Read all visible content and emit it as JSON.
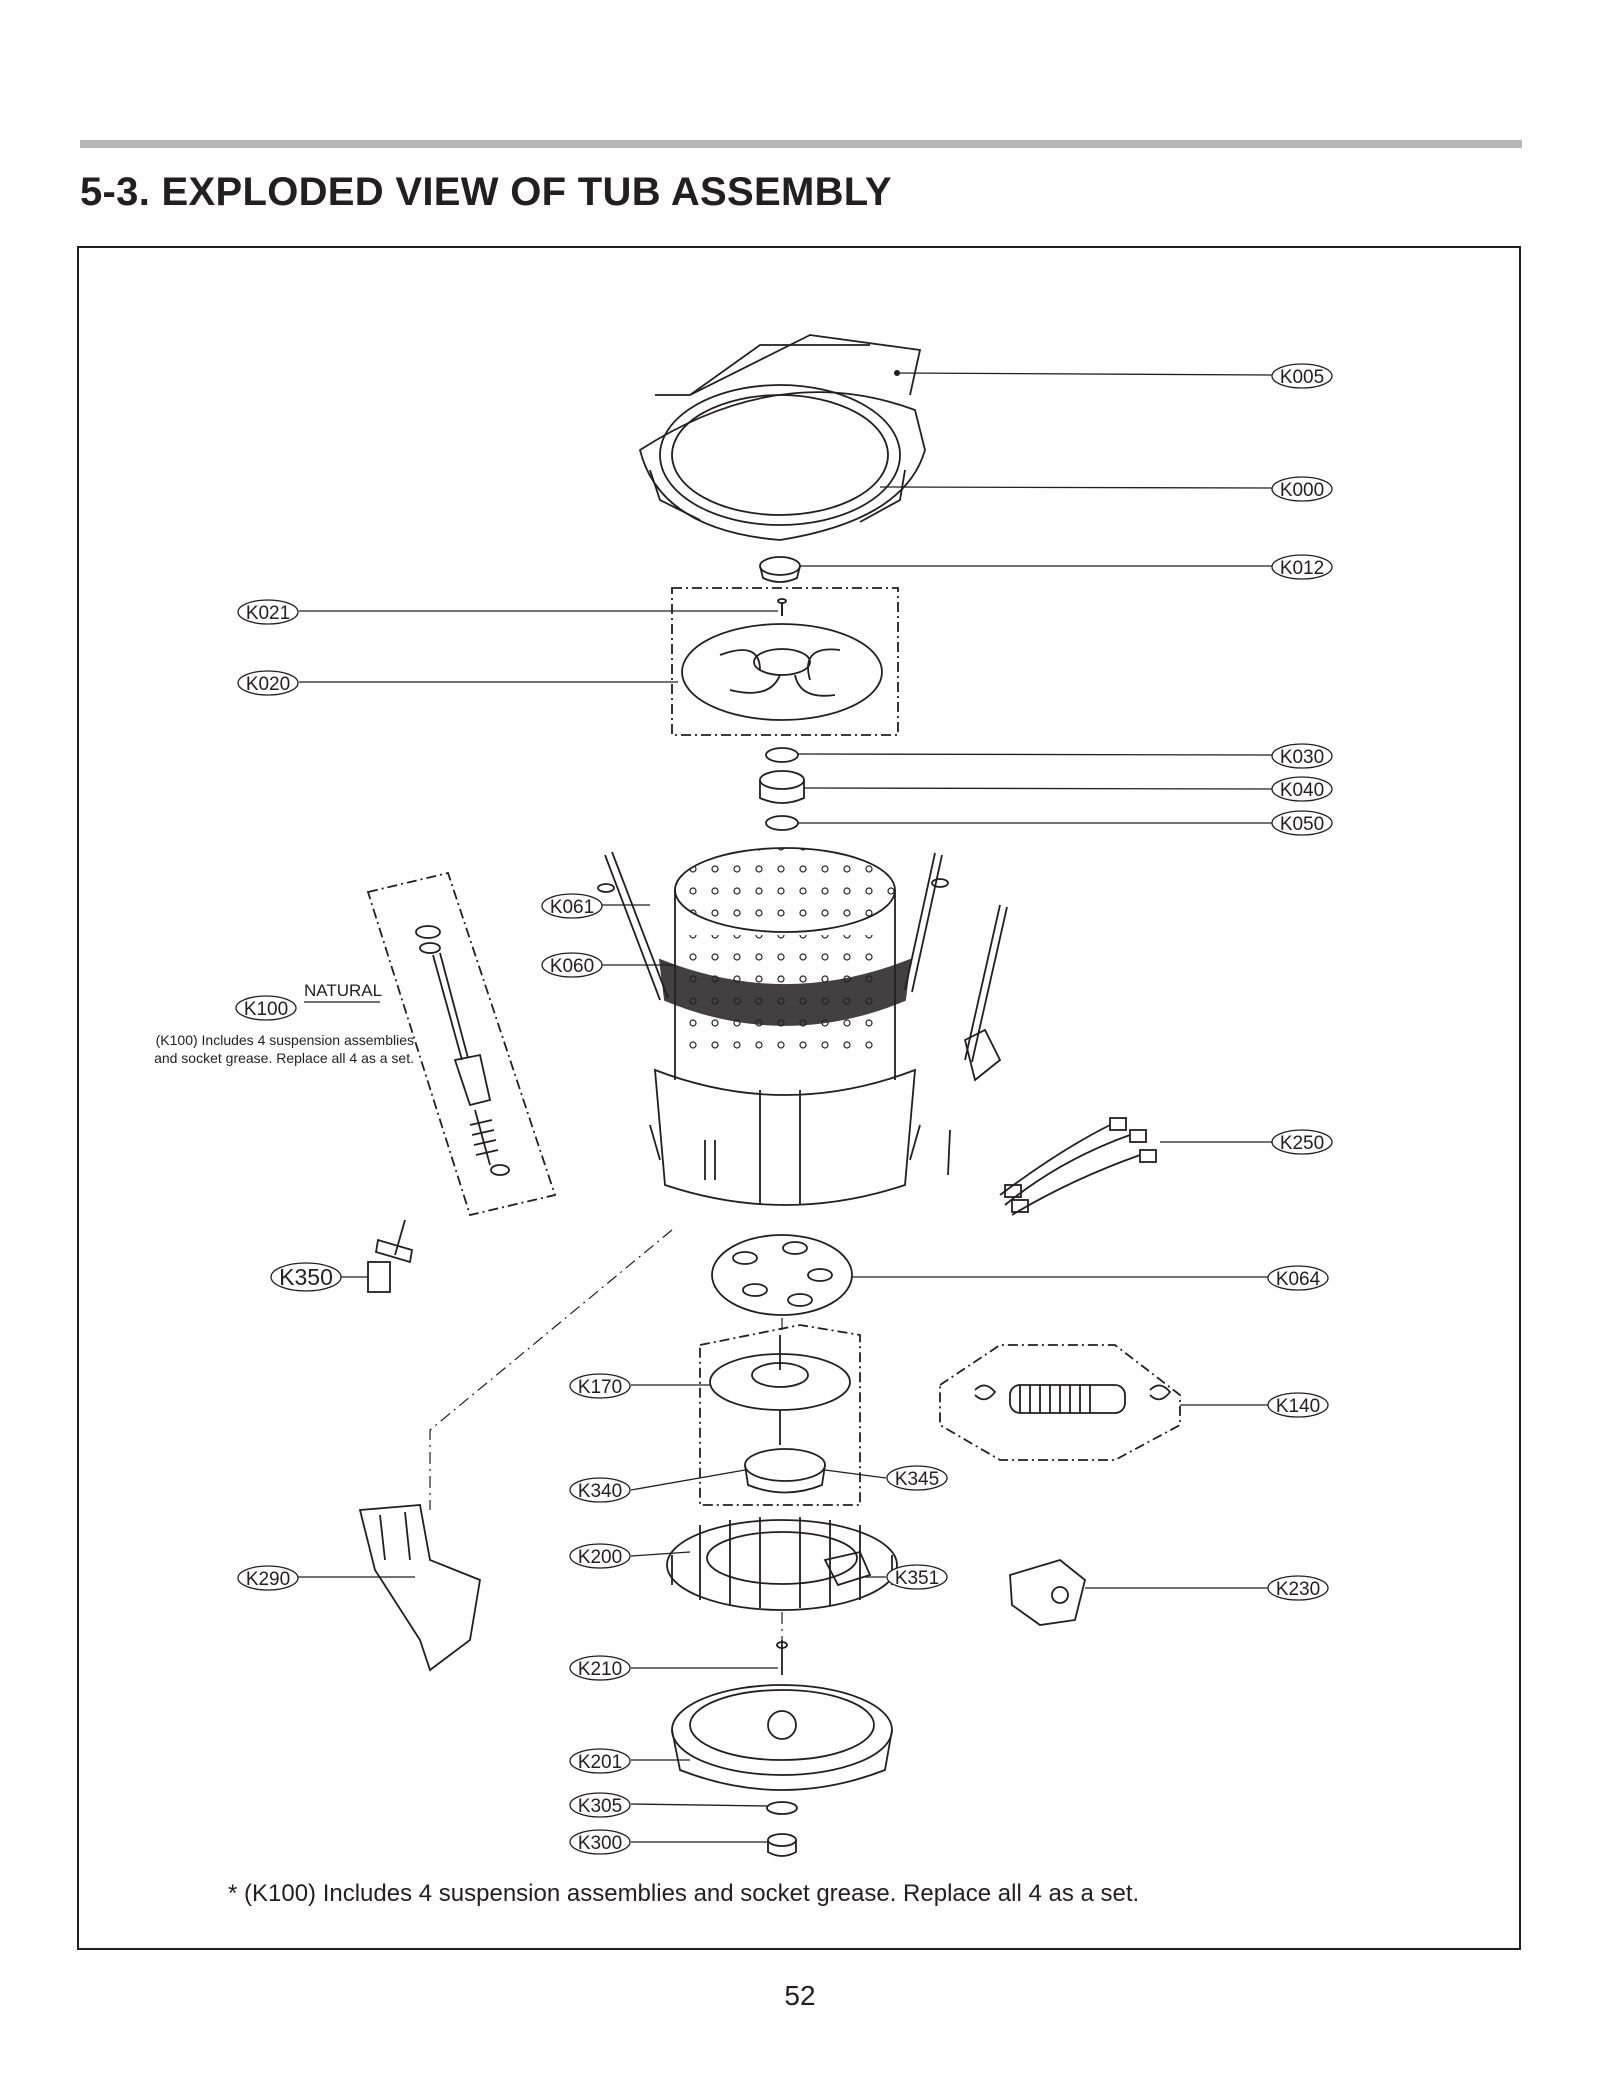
{
  "page": {
    "title": "5-3. EXPLODED VIEW OF TUB ASSEMBLY",
    "footnote": "* (K100) Includes 4 suspension assemblies and socket grease. Replace all 4 as a set.",
    "side_note_line1": "(K100) Includes 4 suspension assemblies",
    "side_note_line2": "and socket grease. Replace all 4 as a set.",
    "natural_label": "NATURAL",
    "page_number": "52"
  },
  "parts": [
    {
      "id": "K005",
      "name": "part-label-k005"
    },
    {
      "id": "K000",
      "name": "part-label-k000"
    },
    {
      "id": "K012",
      "name": "part-label-k012"
    },
    {
      "id": "K021",
      "name": "part-label-k021"
    },
    {
      "id": "K020",
      "name": "part-label-k020"
    },
    {
      "id": "K030",
      "name": "part-label-k030"
    },
    {
      "id": "K040",
      "name": "part-label-k040"
    },
    {
      "id": "K050",
      "name": "part-label-k050"
    },
    {
      "id": "K061",
      "name": "part-label-k061"
    },
    {
      "id": "K060",
      "name": "part-label-k060"
    },
    {
      "id": "K100",
      "name": "part-label-k100"
    },
    {
      "id": "K250",
      "name": "part-label-k250"
    },
    {
      "id": "K350",
      "name": "part-label-k350"
    },
    {
      "id": "K064",
      "name": "part-label-k064"
    },
    {
      "id": "K170",
      "name": "part-label-k170"
    },
    {
      "id": "K140",
      "name": "part-label-k140"
    },
    {
      "id": "K340",
      "name": "part-label-k340"
    },
    {
      "id": "K345",
      "name": "part-label-k345"
    },
    {
      "id": "K290",
      "name": "part-label-k290"
    },
    {
      "id": "K200",
      "name": "part-label-k200"
    },
    {
      "id": "K351",
      "name": "part-label-k351"
    },
    {
      "id": "K230",
      "name": "part-label-k230"
    },
    {
      "id": "K210",
      "name": "part-label-k210"
    },
    {
      "id": "K201",
      "name": "part-label-k201"
    },
    {
      "id": "K305",
      "name": "part-label-k305"
    },
    {
      "id": "K300",
      "name": "part-label-k300"
    }
  ]
}
